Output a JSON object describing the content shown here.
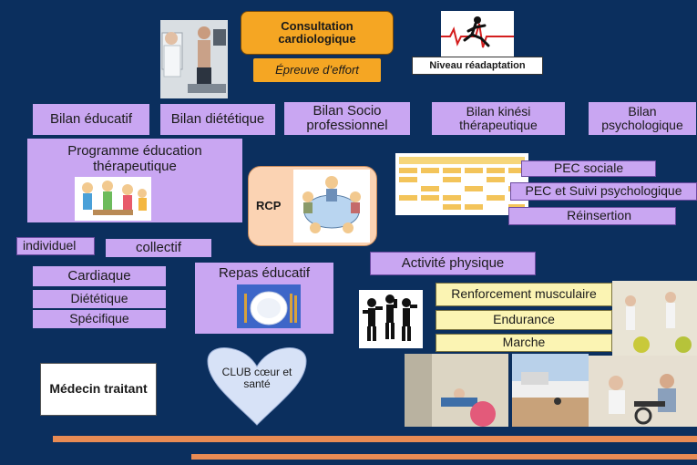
{
  "top": {
    "consultation": "Consultation cardiologique",
    "epreuve": "Épreuve d’effort",
    "niveau": "Niveau réadaptation"
  },
  "bilans": {
    "educatif": "Bilan éducatif",
    "dietetique": "Bilan diététique",
    "socio": "Bilan Socio professionnel",
    "kine": "Bilan kinési thérapeutique",
    "psycho": "Bilan psychologique"
  },
  "programme": {
    "title": "Programme éducation thérapeutique",
    "individuel": "individuel",
    "collectif": "collectif",
    "cardiaque": "Cardiaque",
    "dietetique": "Diététique",
    "specifique": "Spécifique",
    "repas": "Repas éducatif"
  },
  "rcp": {
    "label": "RCP"
  },
  "pec": {
    "sociale": "PEC sociale",
    "suivi": "PEC et Suivi  psychologique",
    "reinsertion": "Réinsertion"
  },
  "activite": {
    "title": "Activité physique",
    "renforcement": "Renforcement musculaire",
    "endurance": "Endurance",
    "marche": "Marche"
  },
  "medecin": "Médecin traitant",
  "club": "CLUB cœur et santé",
  "colors": {
    "background": "#0b2f5e",
    "lavender": "#c9a6f2",
    "orange": "#f5a623",
    "yellow": "#fbf4b3",
    "accent_bar": "#e88b54"
  },
  "icons": [
    "runner-ecg-icon",
    "stress-test-photo",
    "education-group-image",
    "rcp-meeting-image",
    "schedule-table-image",
    "plate-cutlery-image",
    "exercise-group-icon",
    "heart-shape",
    "gym-photos"
  ]
}
